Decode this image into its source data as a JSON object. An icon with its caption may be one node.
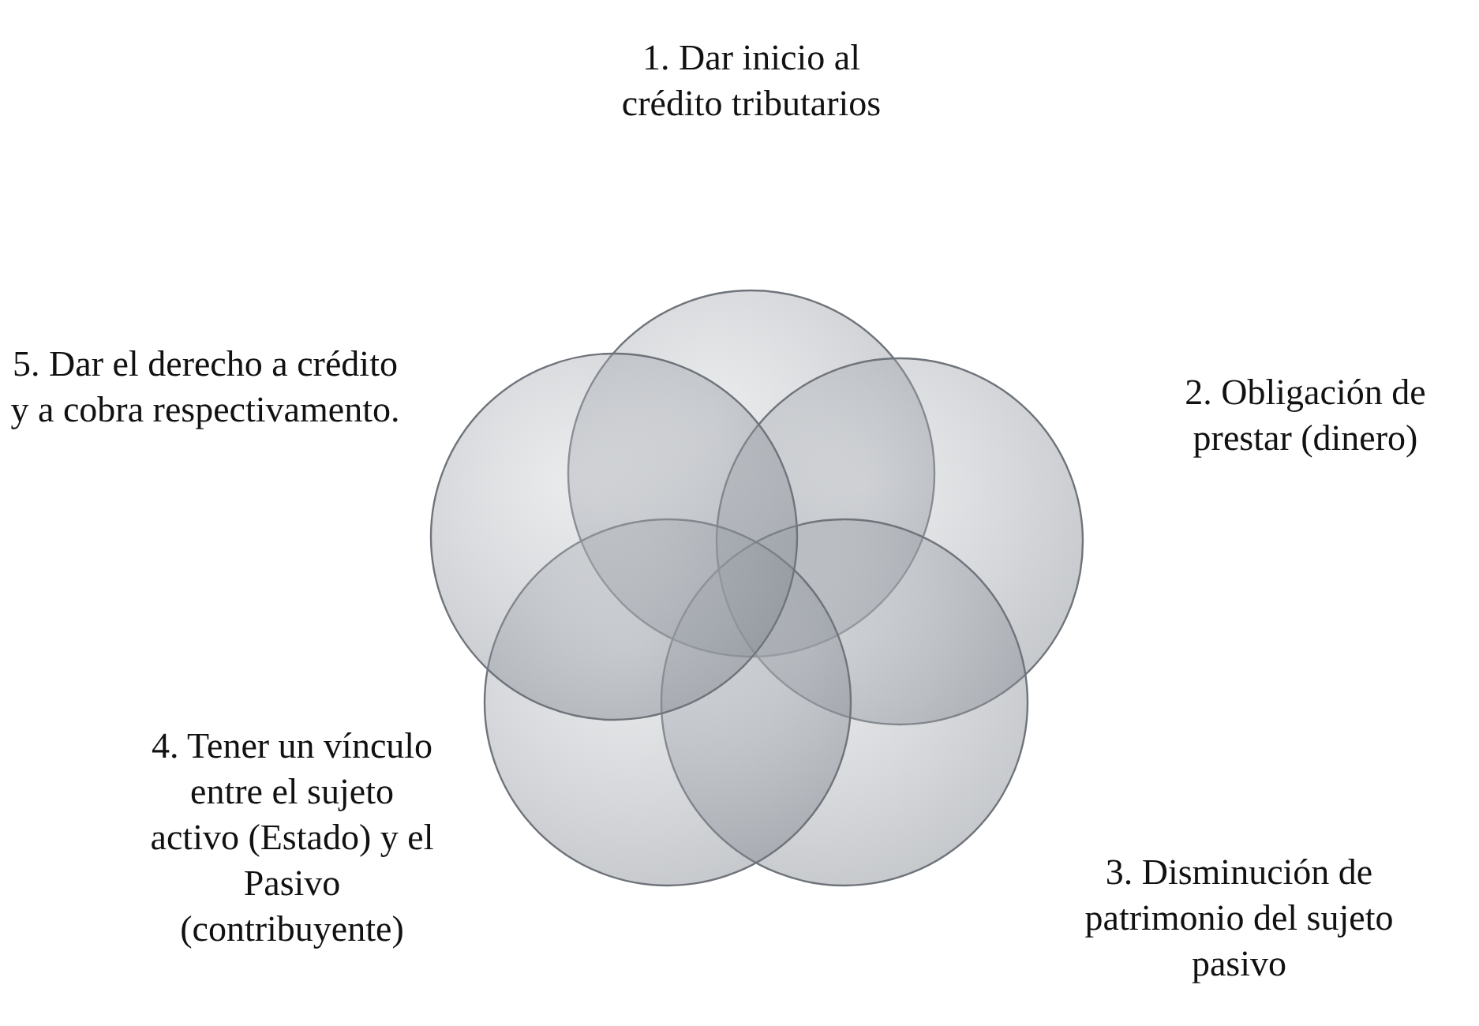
{
  "diagram": {
    "nodes": [
      {
        "text": [
          "1. Dar inicio al crédito tributarios"
        ]
      },
      {
        "text": [
          "2. Obligación de prestar (dinero)"
        ]
      },
      {
        "text": [
          "3. Disminución de patrimonio del sujeto pasivo"
        ]
      },
      {
        "text": [
          "4. Tener un vínculo entre el sujeto activo (Estado) y el Pasivo (contribuyente)"
        ]
      },
      {
        "text": [
          "5. Dar el derecho a crédito y a cobra respectivamento."
        ]
      }
    ]
  }
}
